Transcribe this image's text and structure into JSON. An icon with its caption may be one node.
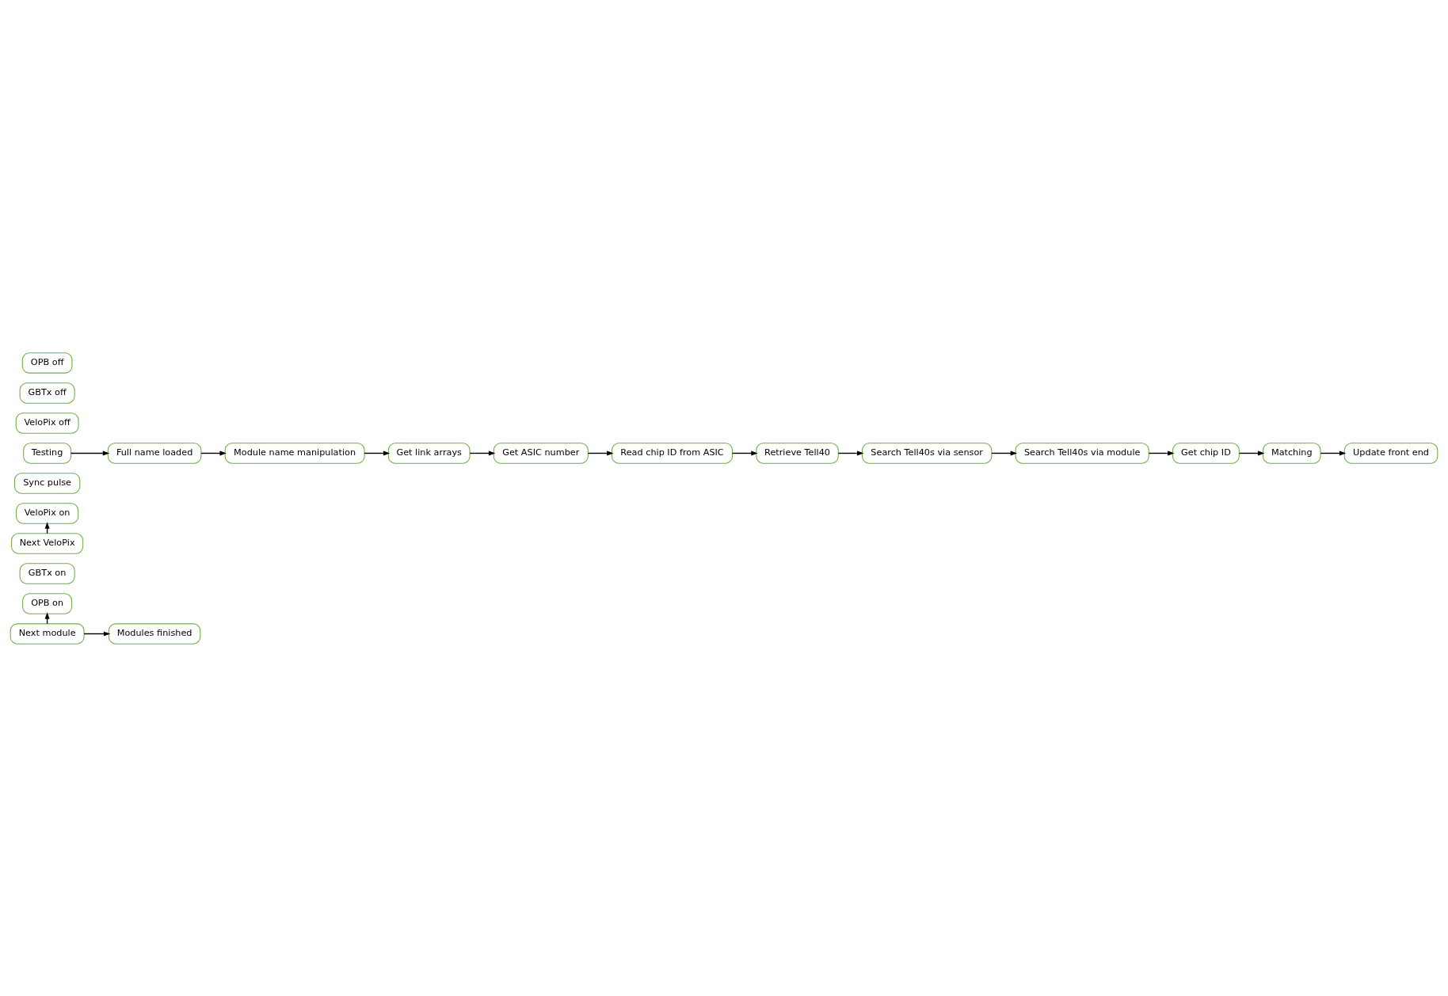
{
  "diagram": {
    "nodes": [
      {
        "text": [
          "OPB on"
        ]
      },
      {
        "text": [
          "GBTx on"
        ]
      },
      {
        "text": [
          "VeloPix on"
        ]
      },
      {
        "text": [
          "Sync pulse"
        ]
      },
      {
        "text": [
          "Testing"
        ]
      },
      {
        "text": [
          "VeloPix off"
        ]
      },
      {
        "text": [
          "Next VeloPix"
        ]
      },
      {
        "text": [
          "GBTx off"
        ]
      },
      {
        "text": [
          "OPB off"
        ]
      },
      {
        "text": [
          "Next module"
        ]
      },
      {
        "text": [
          "Modules finished"
        ]
      },
      {
        "text": [
          "Full name loaded"
        ]
      },
      {
        "text": [
          "Module name manipulation"
        ]
      },
      {
        "text": [
          "Get link arrays"
        ]
      },
      {
        "text": [
          "Get ASIC number"
        ]
      },
      {
        "text": [
          "Read chip ID from ASIC"
        ]
      },
      {
        "text": [
          "Retrieve Tell40"
        ]
      },
      {
        "text": [
          "Search Tell40s via sensor"
        ]
      },
      {
        "text": [
          "Search Tell40s via module"
        ]
      },
      {
        "text": [
          "Get chip ID"
        ]
      },
      {
        "text": [
          "Matching"
        ]
      },
      {
        "text": [
          "Update front end"
        ]
      }
    ],
    "edges": [
      {
        "from": 9,
        "to": 0,
        "arrow": "to"
      },
      {
        "from": 6,
        "to": 2,
        "arrow": "to"
      },
      {
        "from": 4,
        "to": 11,
        "arrow": "to"
      },
      {
        "from": 9,
        "to": 10,
        "arrow": "to"
      },
      {
        "from": 11,
        "to": 12,
        "arrow": "to"
      },
      {
        "from": 12,
        "to": 13,
        "arrow": "to"
      },
      {
        "from": 13,
        "to": 14,
        "arrow": "to"
      },
      {
        "from": 14,
        "to": 15,
        "arrow": "to"
      },
      {
        "from": 15,
        "to": 16,
        "arrow": "to"
      },
      {
        "from": 16,
        "to": 17,
        "arrow": "to"
      },
      {
        "from": 17,
        "to": 18,
        "arrow": "to"
      },
      {
        "from": 18,
        "to": 19,
        "arrow": "to"
      },
      {
        "from": 19,
        "to": 20,
        "arrow": "to"
      },
      {
        "from": 20,
        "to": 21,
        "arrow": "to"
      }
    ]
  }
}
